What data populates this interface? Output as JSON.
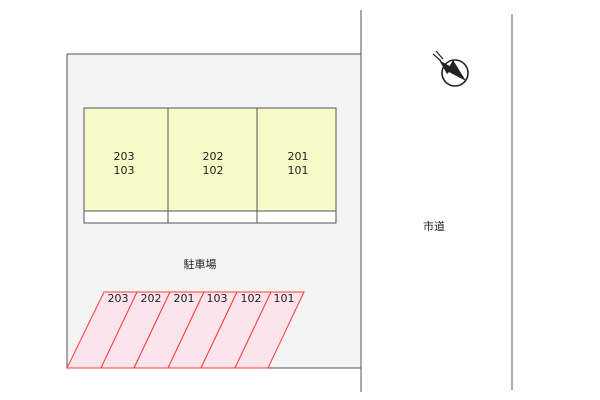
{
  "building": {
    "units": [
      {
        "upper": "203",
        "lower": "103"
      },
      {
        "upper": "202",
        "lower": "102"
      },
      {
        "upper": "201",
        "lower": "101"
      }
    ]
  },
  "parking": {
    "label": "駐車場",
    "spaces": [
      "203",
      "202",
      "201",
      "103",
      "102",
      "101"
    ]
  },
  "road": {
    "label": "市道"
  },
  "compass": {
    "icon": "north-arrow-icon"
  },
  "colors": {
    "lot_fill": "#f4f4f4",
    "building_fill": "#f8f8c8",
    "parking_fill": "#fce4ec",
    "parking_stroke": "#ff3b3b",
    "line": "#555555"
  }
}
